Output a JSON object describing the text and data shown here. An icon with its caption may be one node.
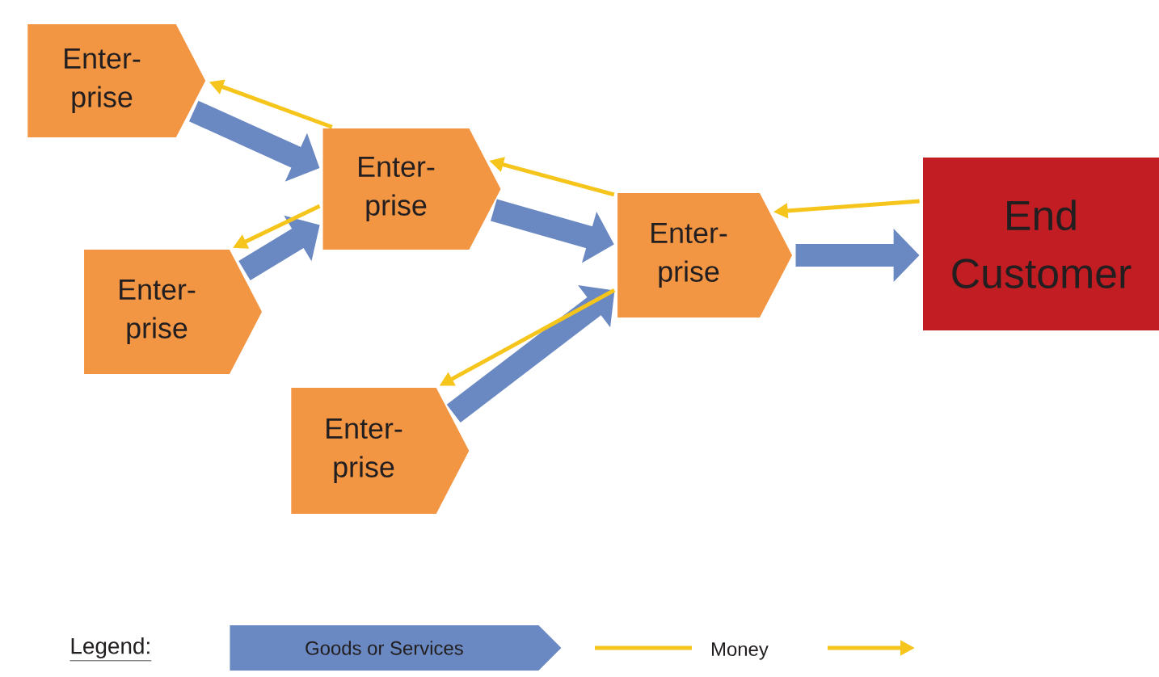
{
  "diagram": {
    "nodes": [
      {
        "text": [
          "Enter- prise"
        ]
      },
      {
        "text": [
          "Enter- prise"
        ]
      },
      {
        "text": [
          "Enter- prise"
        ]
      },
      {
        "text": [
          "Enter- prise"
        ]
      },
      {
        "text": [
          "Enter- prise"
        ]
      },
      {
        "text": [
          "End Customer"
        ]
      }
    ],
    "edges": [
      {
        "from": 0,
        "to": 1,
        "arrow": "to",
        "style": "thick",
        "color": "#6a89c2"
      },
      {
        "from": 2,
        "to": 1,
        "arrow": "to",
        "style": "thick",
        "color": "#6a89c2"
      },
      {
        "from": 1,
        "to": 3,
        "arrow": "to",
        "style": "thick",
        "color": "#6a89c2"
      },
      {
        "from": 4,
        "to": 3,
        "arrow": "to",
        "style": "thick",
        "color": "#6a89c2"
      },
      {
        "from": 3,
        "to": 5,
        "arrow": "to",
        "style": "thick",
        "color": "#6a89c2"
      },
      {
        "from": 1,
        "to": 0,
        "arrow": "to",
        "color": "#f6c51c"
      },
      {
        "from": 1,
        "to": 2,
        "arrow": "to",
        "color": "#f6c51c"
      },
      {
        "from": 3,
        "to": 1,
        "arrow": "to",
        "color": "#f6c51c"
      },
      {
        "from": 3,
        "to": 4,
        "arrow": "to",
        "color": "#f6c51c"
      },
      {
        "from": 5,
        "to": 3,
        "arrow": "to",
        "color": "#f6c51c"
      }
    ],
    "labels": [
      "Legend:"
    ],
    "legend": [
      {
        "text": "Goods or Services"
      },
      {
        "text": "Money"
      }
    ]
  }
}
